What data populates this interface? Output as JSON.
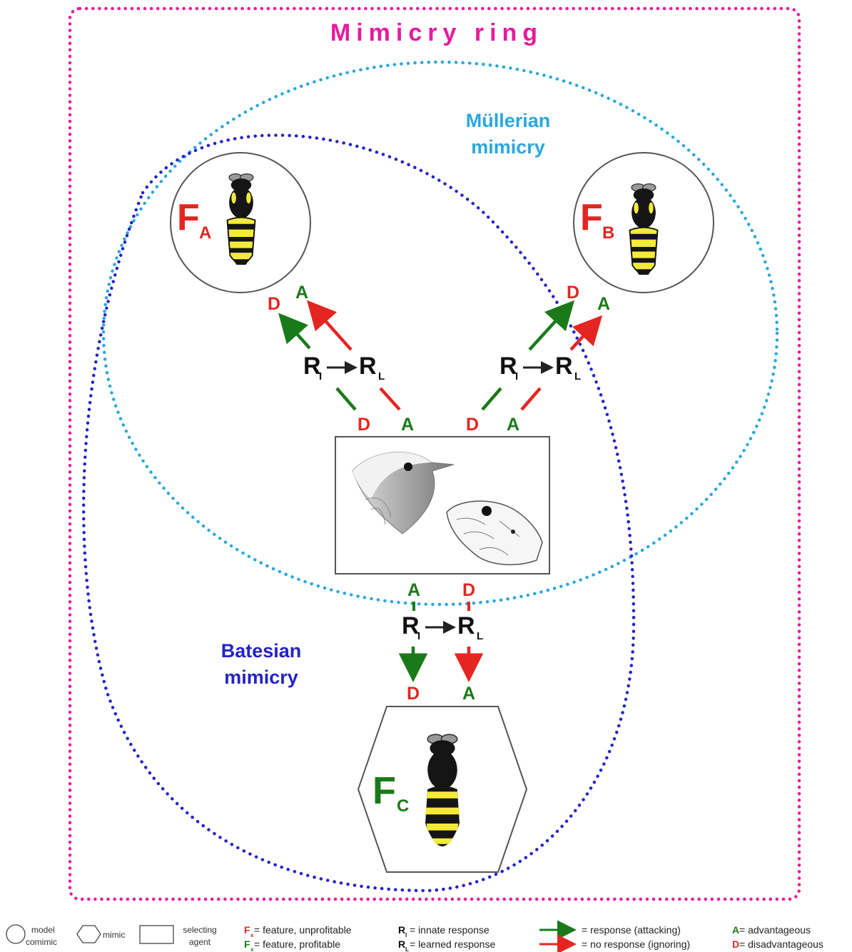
{
  "title": "Mimicry ring",
  "regions": {
    "mullerian_line1": "Müllerian",
    "mullerian_line2": "mimicry",
    "batesian_line1": "Batesian",
    "batesian_line2": "mimicry"
  },
  "nodes": {
    "fa": {
      "letter": "F",
      "sub": "A"
    },
    "fb": {
      "letter": "F",
      "sub": "B"
    },
    "fc": {
      "letter": "F",
      "sub": "C"
    }
  },
  "responses": {
    "innate": {
      "letter": "R",
      "sub": "I"
    },
    "learned": {
      "letter": "R",
      "sub": "L"
    }
  },
  "outcomes": {
    "A": "A",
    "D": "D"
  },
  "legend": {
    "model_line1": "model",
    "model_line2": "comimic",
    "mimic": "mimic",
    "agent_line1": "selecting",
    "agent_line2": "agent",
    "fx_letter": "F",
    "fx_sub": "x",
    "fx_text": " = feature, unprofitable",
    "fy_letter": "F",
    "fy_sub": "x",
    "fy_text": " = feature, profitable",
    "ri_letter": "R",
    "ri_sub": "I",
    "ri_text": " = innate response",
    "rl_letter": "R",
    "rl_sub": "L",
    "rl_text": " = learned response",
    "green_arrow_text": "= response (attacking)",
    "red_arrow_text": "= no response (ignoring)",
    "adv_letter": "A",
    "adv_text": " = advantageous",
    "dis_letter": "D",
    "dis_text": " = disadvantageous"
  },
  "colors": {
    "ring": "#e61b9f",
    "mullerian": "#2aa8dc",
    "batesian": "#2323c8",
    "red": "#e52521",
    "green": "#1a7a1a",
    "dark": "#222222",
    "wasp_yellow": "#f4ea3a"
  }
}
